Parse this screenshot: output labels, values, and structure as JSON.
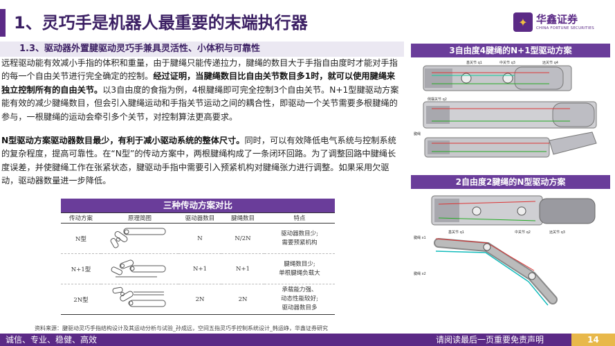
{
  "page": {
    "title": "1、灵巧手是机器人最重要的末端执行器",
    "subtitle": "1.3、驱动器外置腱驱动灵巧手兼具灵活性、小体积与可靠性",
    "page_number": "14"
  },
  "logo": {
    "cn": "华鑫证券",
    "en": "CHINA FORTUNE SECURITIES"
  },
  "body": {
    "p1_a": "远程驱动能有效减小手指的体积和重量，由于腱绳只能传递拉力，腱绳的数目大于手指自由度时才能对手指的每一个自由关节进行完全确定的控制。",
    "p1_b": "经过证明，当腱绳数目比自由关节数目多1时，就可以使用腱绳来独立控制所有的自由关节。",
    "p1_c": "以3自由度的食指为例，4根腱绳即可完全控制3个自由关节。N+1型腱驱动方案能有效的减少腱绳数目，但会引入腱绳运动和手指关节运动之间的耦合性，即驱动一个关节需要多根腱绳的参与，一根腱绳的运动会牵引多个关节，对控制算法更高要求。",
    "p2_a": "N型驱动方案驱动器数目最少，有利于减小驱动系统的整体尺寸。",
    "p2_b": "同时，可以有效降低电气系统与控制系统的复杂程度，提高可靠性。在“N型”的传动方案中，两根腱绳构成了一条闭环回路。为了调整回路中腱绳长度误差，并使腱绳工作在张紧状态，腱驱动手指中需要引入预紧机构对腱绳张力进行调整。如果采用欠驱动，驱动器数量进一步降低。"
  },
  "table": {
    "title": "三种传动方案对比",
    "headers": [
      "传动方案",
      "原理简图",
      "驱动器数目",
      "腱绳数目",
      "特点"
    ],
    "rows": [
      {
        "scheme": "N型",
        "actuators": "N",
        "tendons": "N/2N",
        "feature_lines": [
          "驱动器数目少;",
          "需要预紧机构"
        ]
      },
      {
        "scheme": "N+1型",
        "actuators": "N+1",
        "tendons": "N+1",
        "feature_lines": [
          "腱绳数目少;",
          "单根腱绳负载大"
        ]
      },
      {
        "scheme": "2N型",
        "actuators": "2N",
        "tendons": "2N",
        "feature_lines": [
          "承载能力强、",
          "动态性能较好;",
          "驱动器数目多"
        ]
      }
    ]
  },
  "figure1": {
    "title": "3自由度4腱绳的N+1型驱动方案",
    "labels": {
      "base": "基关节 q1",
      "middle": "中关节 q3",
      "distal": "远关节 q4",
      "lateral": "侧摆关节 q2",
      "tendon": "腱绳"
    }
  },
  "figure2": {
    "title": "2自由度2腱绳的N型驱动方案",
    "labels": {
      "tendon1": "腱绳 x1",
      "tendon2": "腱绳 x2",
      "base": "基关节 q1",
      "middle": "中关节 q2",
      "distal": "远关节 q3"
    }
  },
  "source": "资料来源：腱驱动灵巧手指结构设计及其运动分析与试验_孙成远，空间五指灵巧手控制系统设计_韩运峥，华鑫证券研究",
  "footer": {
    "left": "诚信、专业、稳健、高效",
    "right": "请阅读最后一页重要免责声明"
  },
  "colors": {
    "brand_purple": "#5b2a86",
    "accent_gold": "#e8b84a",
    "header_purple": "#6a3d9a"
  }
}
